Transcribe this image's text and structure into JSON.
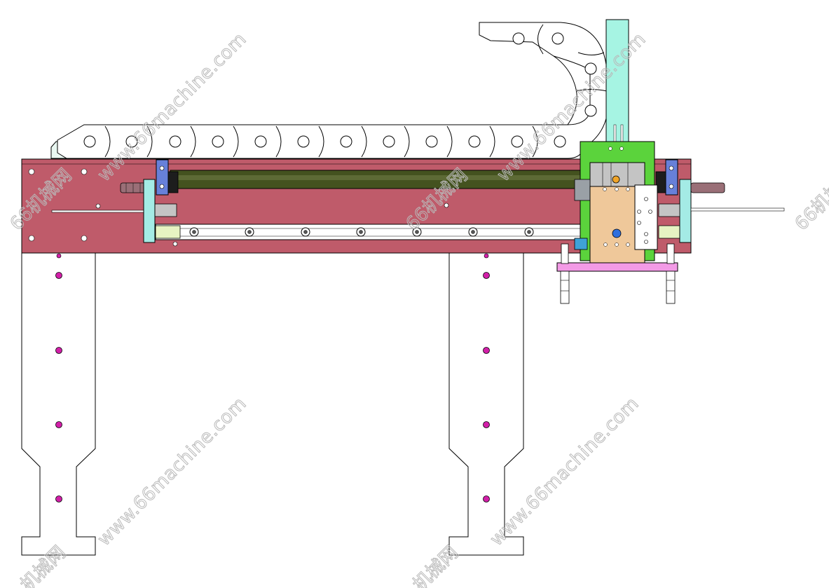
{
  "watermark": {
    "site": "66machine.com",
    "www_site": "www.66machine.com",
    "cn_name": "66机械网",
    "cn_tail": "机械网",
    "www_prefix": "www."
  },
  "drawing": {
    "colors": {
      "beam": "#bf5b6a",
      "shaft": "#44521f",
      "carriage": "#5bd33c",
      "column": "#a6f4e3",
      "block": "#efc89a",
      "plate": "#f39ae6",
      "bracket": "#a4ebe5",
      "slider": "#e6f3c2",
      "hole": "#d21fa8",
      "grey": "#c4c4c4",
      "blue": "#6780d9",
      "outline": "#000000"
    }
  }
}
